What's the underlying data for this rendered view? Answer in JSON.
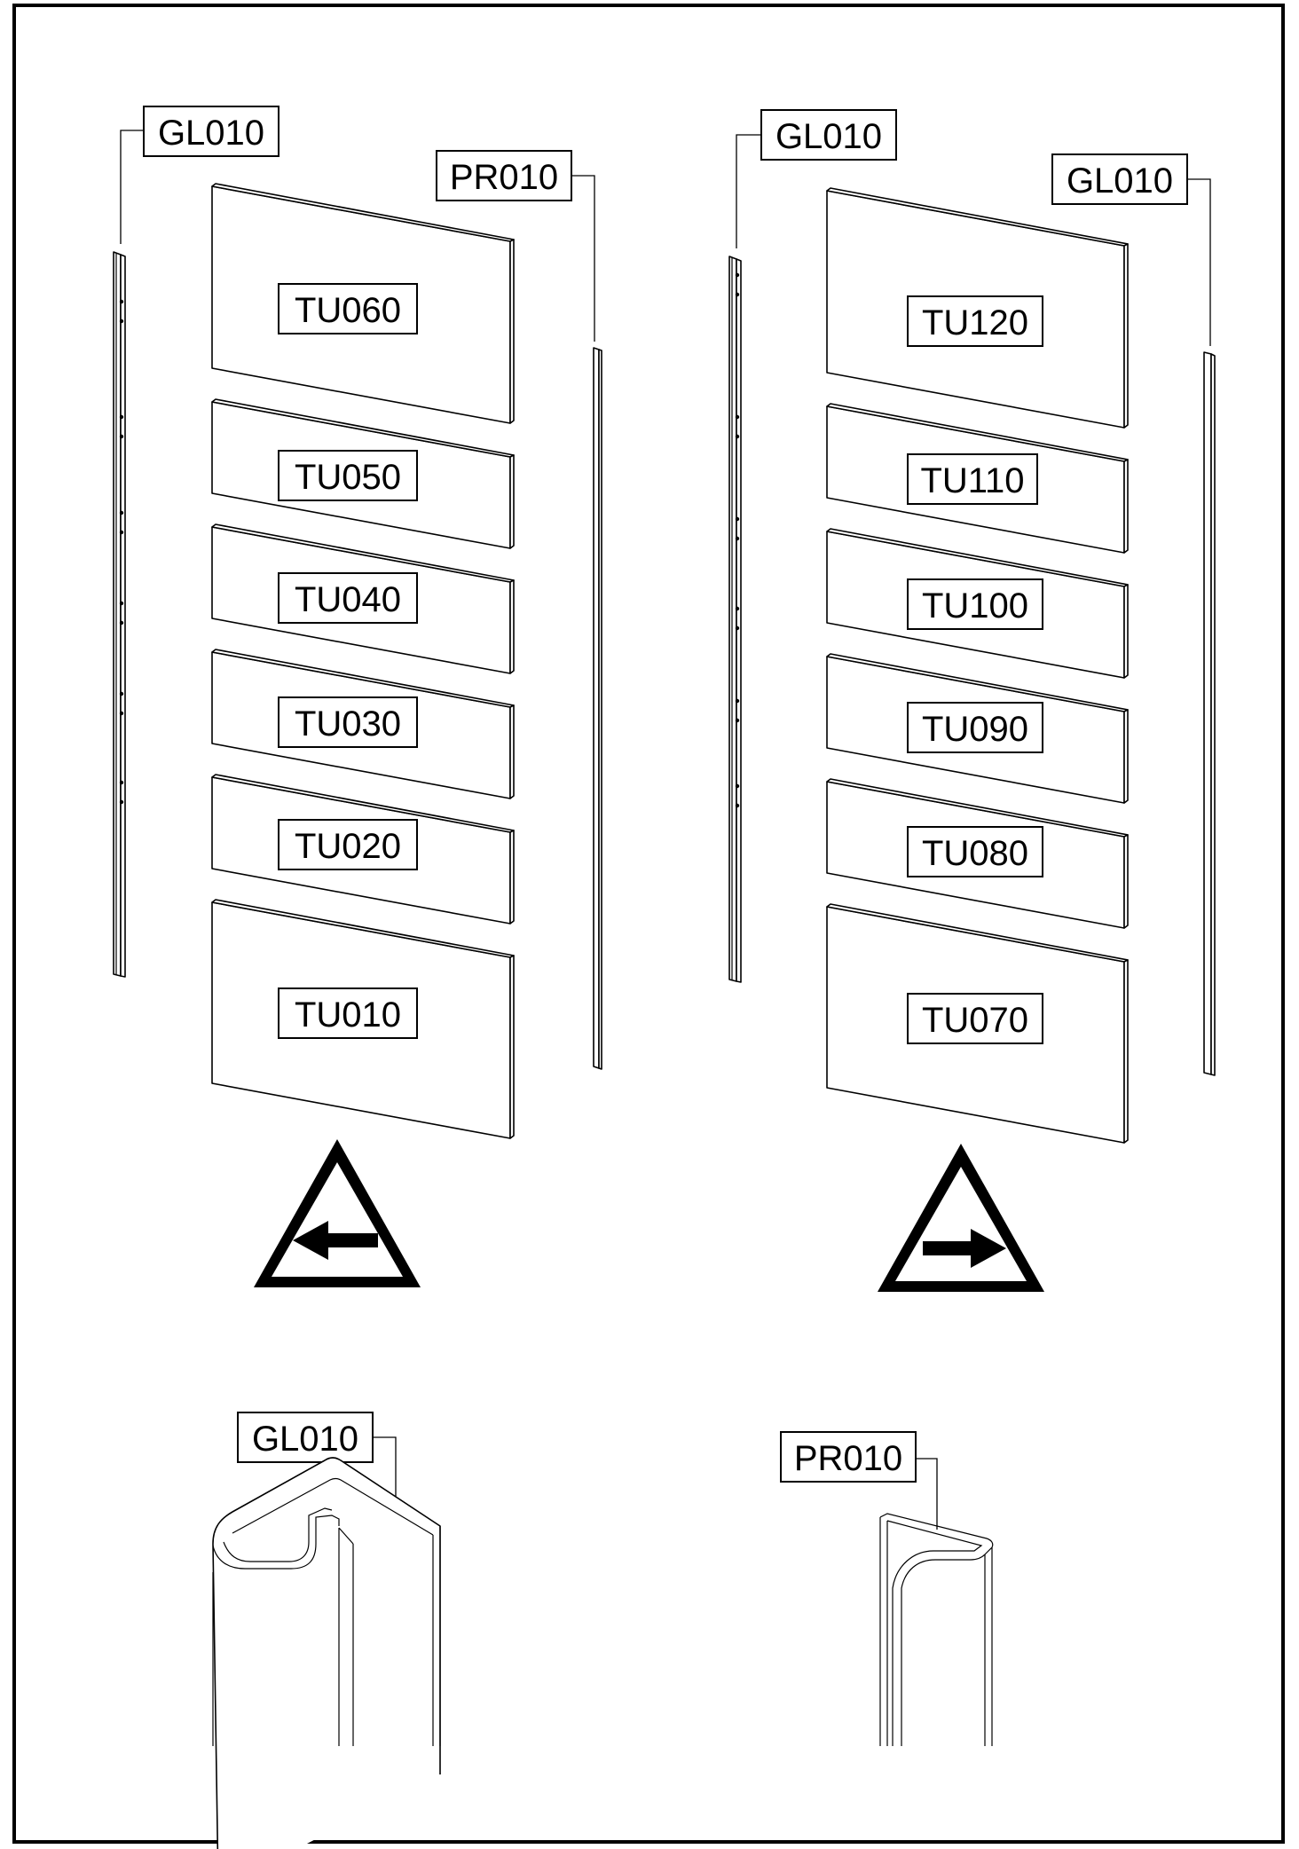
{
  "left_assembly": {
    "left_profile_label": "GL010",
    "right_profile_label": "PR010",
    "panels": [
      "TU060",
      "TU050",
      "TU040",
      "TU030",
      "TU020",
      "TU010"
    ],
    "direction_icon": "arrow-left-warning-icon"
  },
  "right_assembly": {
    "left_profile_label": "GL010",
    "right_profile_label": "GL010",
    "panels": [
      "TU120",
      "TU110",
      "TU100",
      "TU090",
      "TU080",
      "TU070"
    ],
    "direction_icon": "arrow-right-warning-icon"
  },
  "details": {
    "gl_profile_label": "GL010",
    "pr_profile_label": "PR010"
  }
}
